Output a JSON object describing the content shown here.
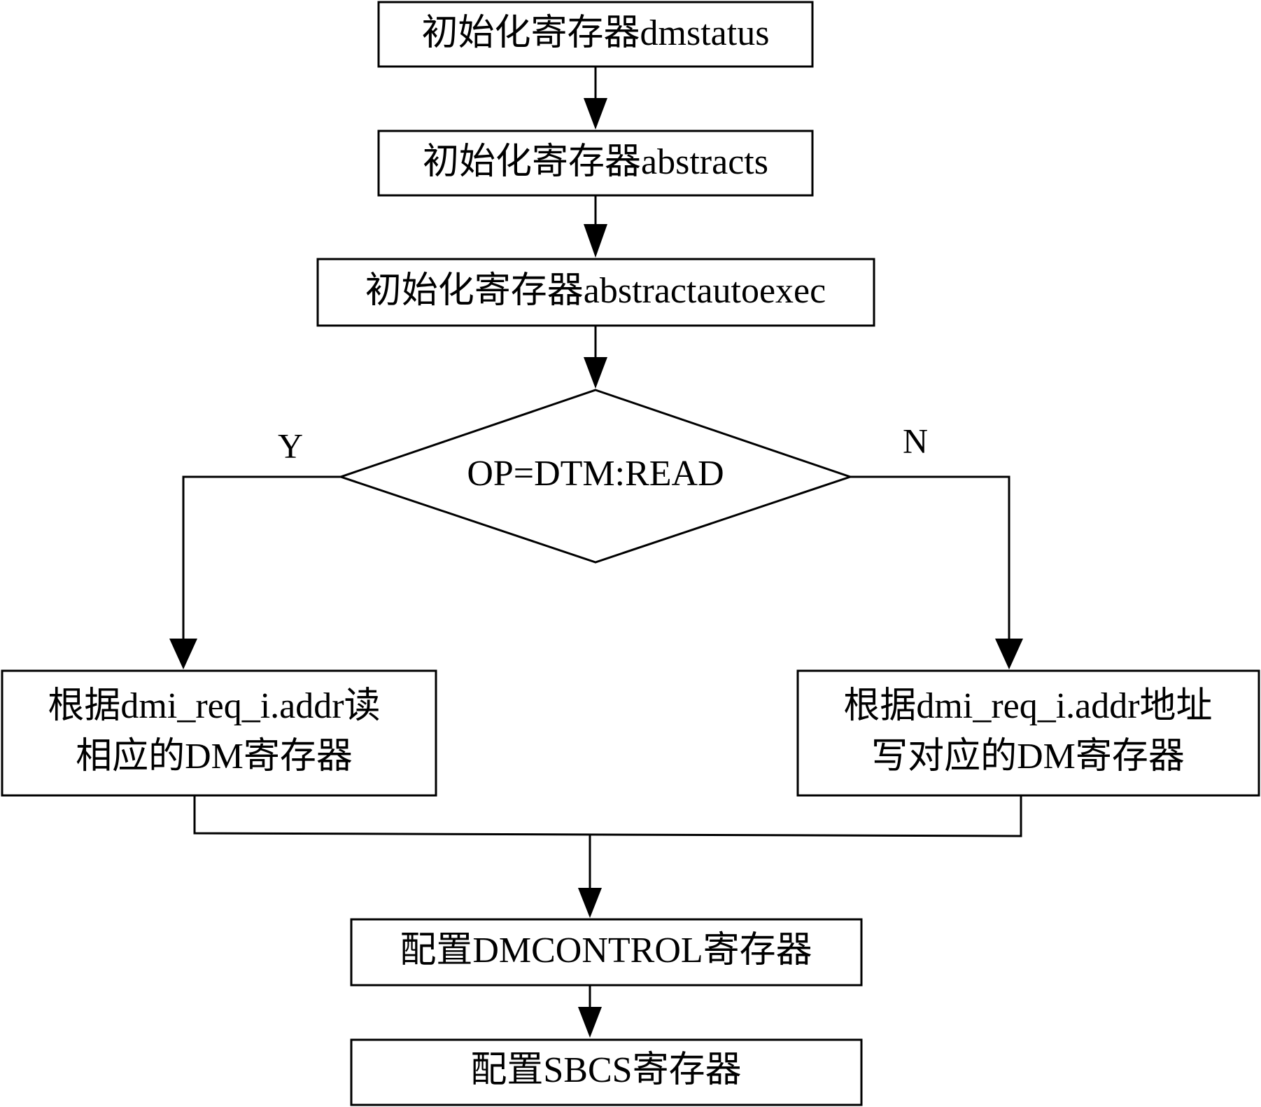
{
  "nodes": {
    "init_dmstatus": "初始化寄存器dmstatus",
    "init_abstracts": "初始化寄存器abstracts",
    "init_abstractautoexec": "初始化寄存器abstractautoexec",
    "decision": "OP=DTM:READ",
    "read_line1": "根据dmi_req_i.addr读",
    "read_line2": "相应的DM寄存器",
    "write_line1": "根据dmi_req_i.addr地址",
    "write_line2": "写对应的DM寄存器",
    "config_dmcontrol": "配置DMCONTROL寄存器",
    "config_sbcs": "配置SBCS寄存器"
  },
  "branches": {
    "yes": "Y",
    "no": "N"
  }
}
